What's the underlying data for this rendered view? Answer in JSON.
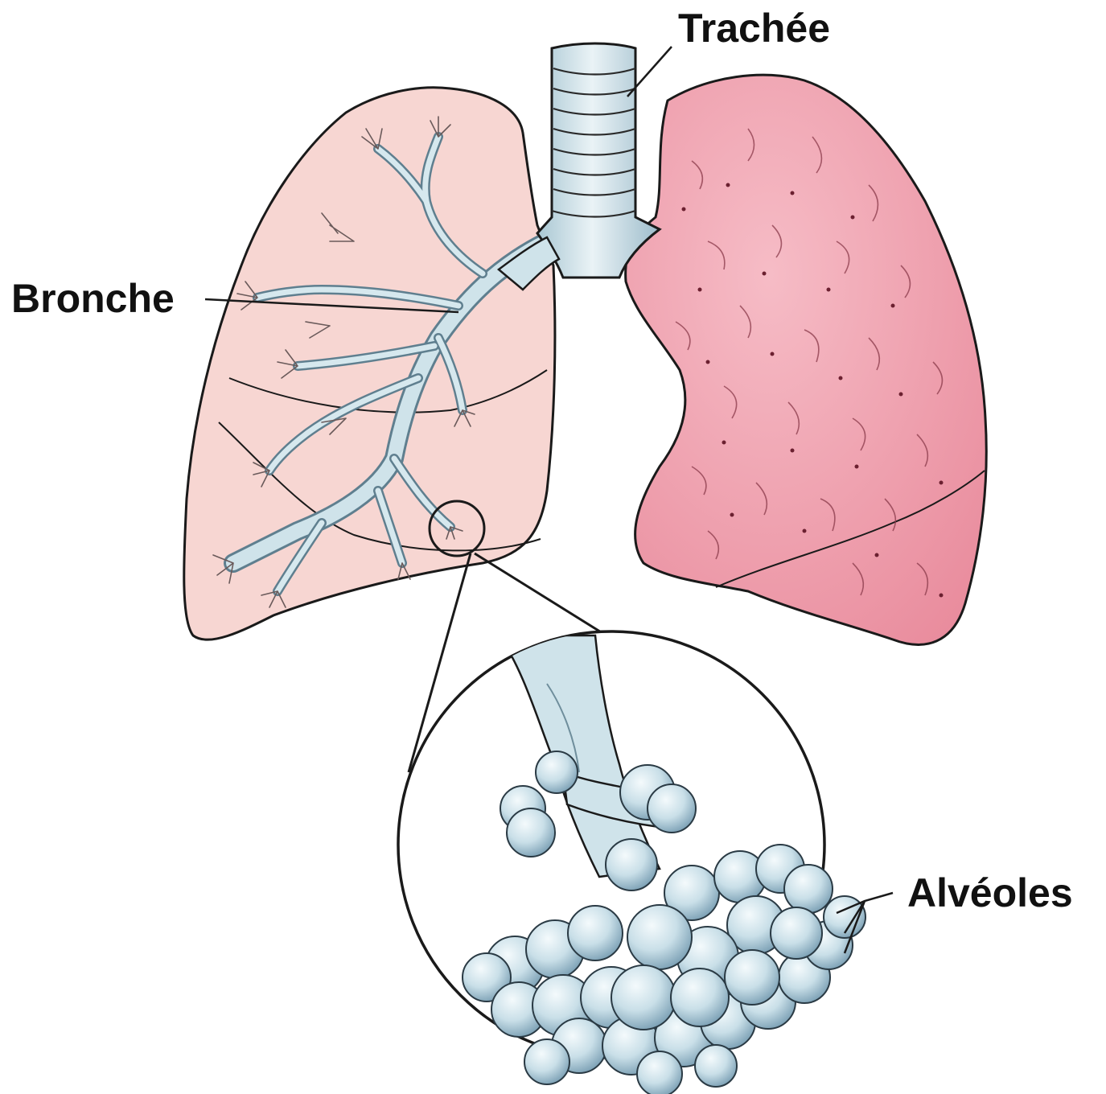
{
  "labels": {
    "trachea": "Trachée",
    "bronchus": "Bronche",
    "alveoli": "Alvéoles"
  },
  "colors": {
    "left_lung_fill": "#f7d6d2",
    "right_lung_fill": "#ef9fae",
    "right_lung_highlight": "#f6bcc6",
    "airway_fill": "#cfe3ea",
    "airway_shade": "#8fb3c4",
    "alveoli_fill": "#c9dfe8",
    "alveoli_shade": "#7fa3b7",
    "outline": "#1a1a1a"
  }
}
